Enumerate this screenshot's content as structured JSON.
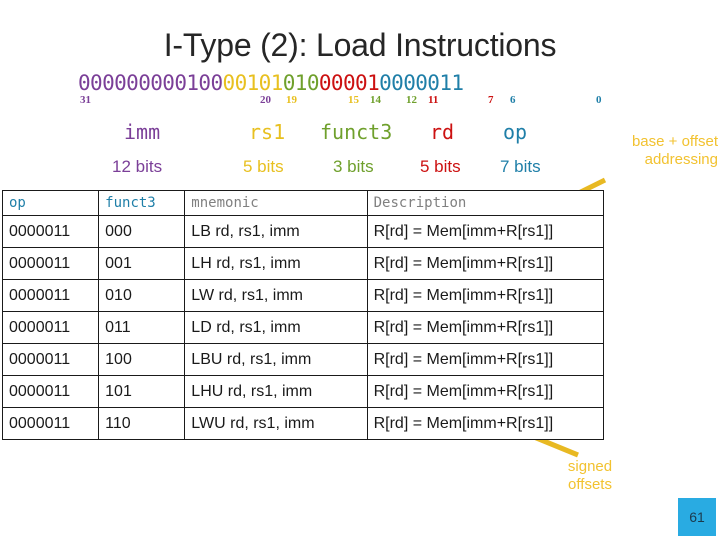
{
  "slide": {
    "title": "I-Type (2): Load Instructions",
    "page_number": "61"
  },
  "colors": {
    "imm": "#7B3F98",
    "rs1": "#E8C020",
    "funct3": "#6FA02C",
    "rd": "#CC1111",
    "op": "#1F7FA8",
    "callout": "#F2C230",
    "arrow": "#E8B923",
    "title": "#262626",
    "table_border": "#1a1a1a",
    "header_gray": "#808080",
    "page_badge": "#29ABE2"
  },
  "encoding": {
    "full_binary": "00000000010000101010000010000011",
    "segments": [
      {
        "name": "imm",
        "bits": "000000000100",
        "color_key": "imm",
        "label": "imm",
        "width_label": "12 bits",
        "hi": "31",
        "lo": "20"
      },
      {
        "name": "rs1",
        "bits": "00101",
        "color_key": "rs1",
        "label": "rs1",
        "width_label": "5 bits",
        "hi": "19",
        "lo": "15"
      },
      {
        "name": "funct3",
        "bits": "010",
        "color_key": "funct3",
        "label": "funct3",
        "width_label": "3 bits",
        "hi": "14",
        "lo": "12"
      },
      {
        "name": "rd",
        "bits": "00001",
        "color_key": "rd",
        "label": "rd",
        "width_label": "5 bits",
        "hi": "11",
        "lo": "7"
      },
      {
        "name": "op",
        "bits": "0000011",
        "color_key": "op",
        "label": "op",
        "width_label": "7 bits",
        "hi": "6",
        "lo": "0"
      }
    ]
  },
  "callouts": {
    "base_offset": "base + offset addressing",
    "base_offset_line1": "base + offset",
    "base_offset_line2": "addressing",
    "signed_line1": "signed",
    "signed_line2": "offsets"
  },
  "table": {
    "headers": [
      "op",
      "funct3",
      "mnemonic",
      "Description"
    ],
    "rows": [
      {
        "op": "0000011",
        "funct3": "000",
        "mnemonic": "LB rd, rs1, imm",
        "description": "R[rd] = Mem[imm+R[rs1]]"
      },
      {
        "op": "0000011",
        "funct3": "001",
        "mnemonic": "LH rd, rs1, imm",
        "description": "R[rd] = Mem[imm+R[rs1]]"
      },
      {
        "op": "0000011",
        "funct3": "010",
        "mnemonic": "LW rd, rs1, imm",
        "description": "R[rd] = Mem[imm+R[rs1]]"
      },
      {
        "op": "0000011",
        "funct3": "011",
        "mnemonic": "LD rd, rs1, imm",
        "description": "R[rd] = Mem[imm+R[rs1]]"
      },
      {
        "op": "0000011",
        "funct3": "100",
        "mnemonic": "LBU rd, rs1, imm",
        "description": "R[rd] = Mem[imm+R[rs1]]"
      },
      {
        "op": "0000011",
        "funct3": "101",
        "mnemonic": "LHU rd, rs1, imm",
        "description": "R[rd] = Mem[imm+R[rs1]]"
      },
      {
        "op": "0000011",
        "funct3": "110",
        "mnemonic": "LWU rd, rs1, imm",
        "description": "R[rd] = Mem[imm+R[rs1]]"
      }
    ]
  }
}
